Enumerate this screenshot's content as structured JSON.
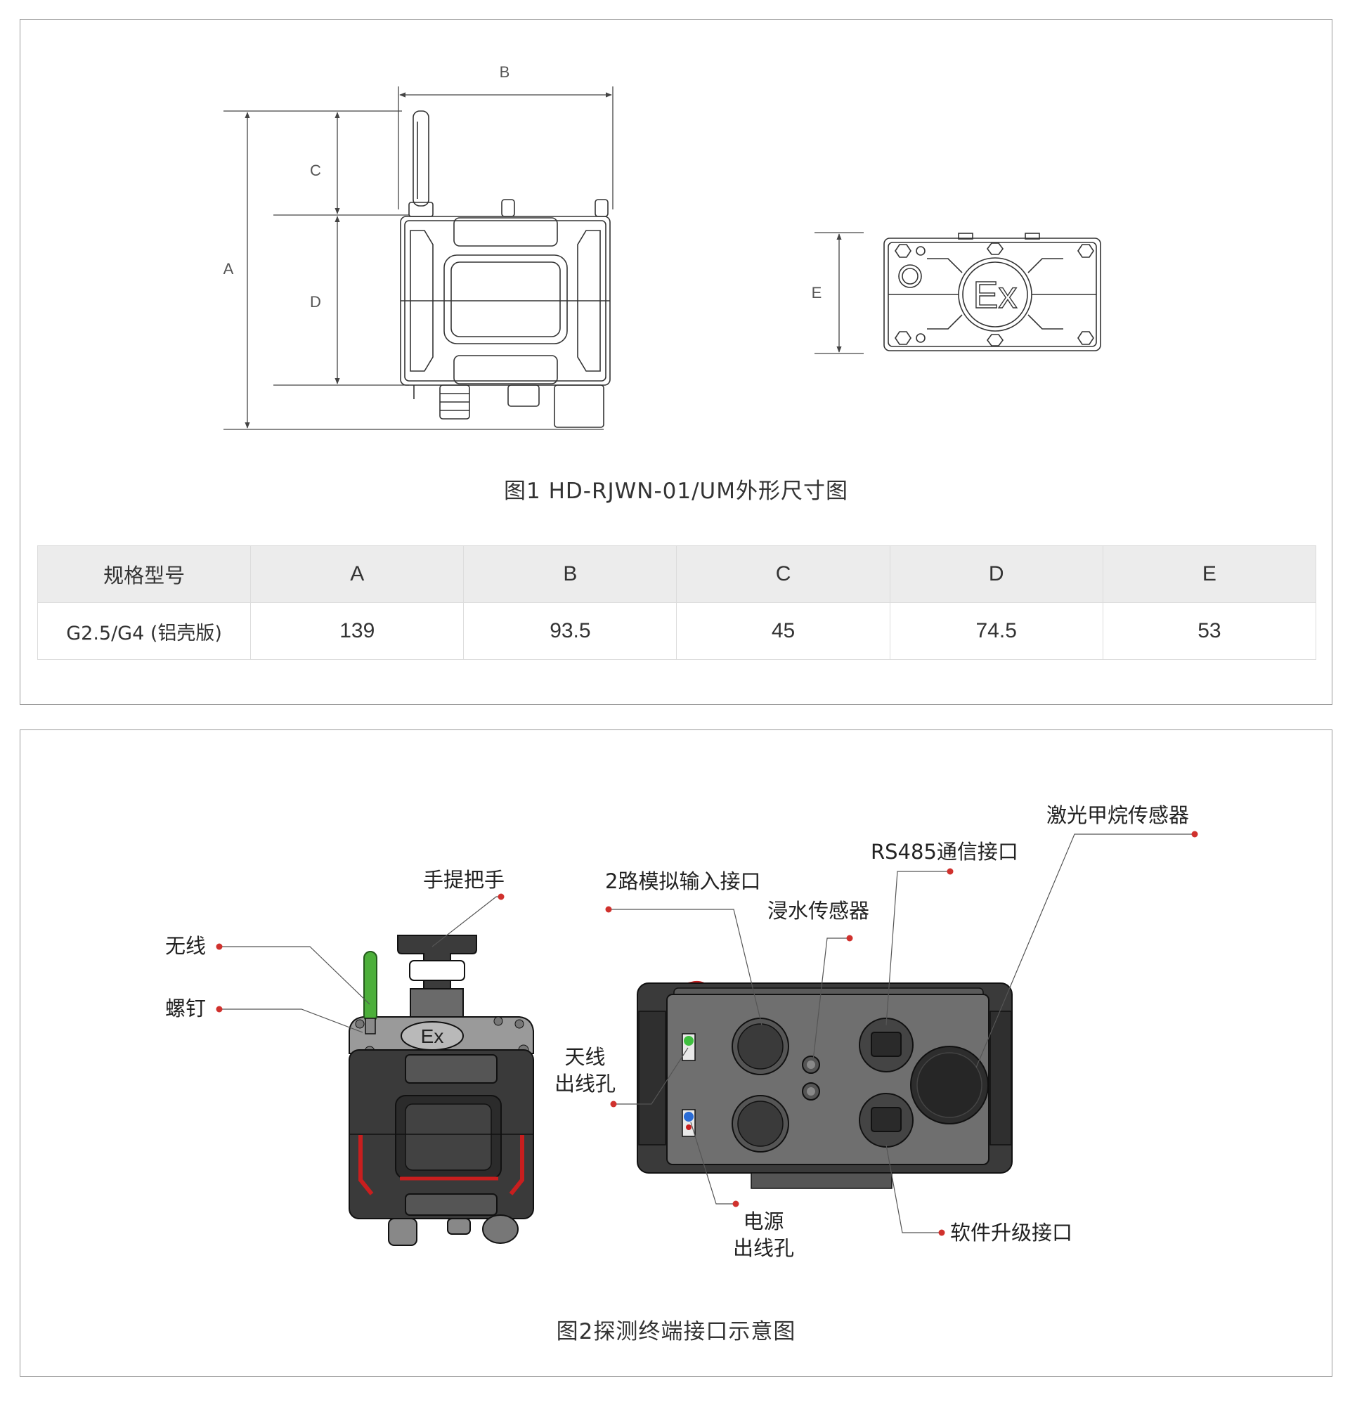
{
  "figure1": {
    "dimension_labels": {
      "A": "A",
      "B": "B",
      "C": "C",
      "D": "D",
      "E": "E"
    },
    "caption": "图1 HD-RJWN-01/UM外形尺寸图",
    "ex_mark": "Ex"
  },
  "spec_table": {
    "headers": [
      "规格型号",
      "A",
      "B",
      "C",
      "D",
      "E"
    ],
    "rows": [
      [
        "G2.5/G4 (铝壳版)",
        "139",
        "93.5",
        "45",
        "74.5",
        "53"
      ]
    ]
  },
  "figure2": {
    "caption": "图2探测终端接口示意图",
    "ex_mark": "Ex",
    "labels": {
      "wireless": "无线",
      "screw": "螺钉",
      "handle": "手提把手",
      "analog_input": "2路模拟输入接口",
      "water_sensor": "浸水传感器",
      "rs485": "RS485通信接口",
      "methane_sensor": "激光甲烷传感器",
      "antenna_hole_line1": "天线",
      "antenna_hole_line2": "出线孔",
      "power_hole_line1": "电源",
      "power_hole_line2": "出线孔",
      "upgrade_port": "软件升级接口"
    }
  },
  "colors": {
    "frame": "#9a9a9a",
    "leader_dot": "#d0312d",
    "device_body": "#3a3a3a",
    "red_stripe": "#c81e1e",
    "antenna_green": "#4caf3a",
    "led_green": "#3fbf3f",
    "led_blue": "#2a6cd6",
    "header_bg": "#ececec"
  }
}
